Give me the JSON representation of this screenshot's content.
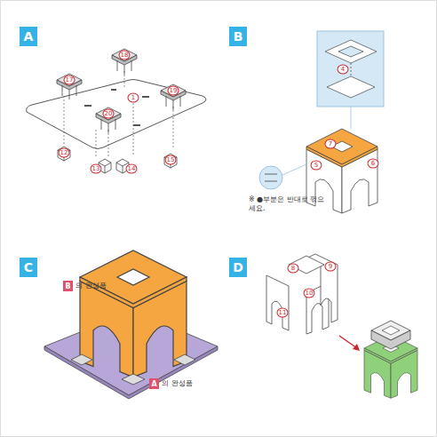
{
  "diagram": {
    "nodes": [
      {
        "text": [
          "A"
        ]
      },
      {
        "text": [
          "B"
        ]
      },
      {
        "text": [
          "C"
        ]
      },
      {
        "text": [
          "D"
        ]
      },
      {
        "text": [
          "B"
        ]
      },
      {
        "text": [
          "A"
        ]
      }
    ],
    "labels": [
      "1",
      "17",
      "18",
      "19",
      "20",
      "12",
      "13",
      "14",
      "15",
      "4",
      "※ ●부분은 반대로 꺾으세요.",
      "5",
      "6",
      "7",
      "의 완성품",
      "의 완성품",
      "8",
      "9",
      "10",
      "11"
    ]
  }
}
